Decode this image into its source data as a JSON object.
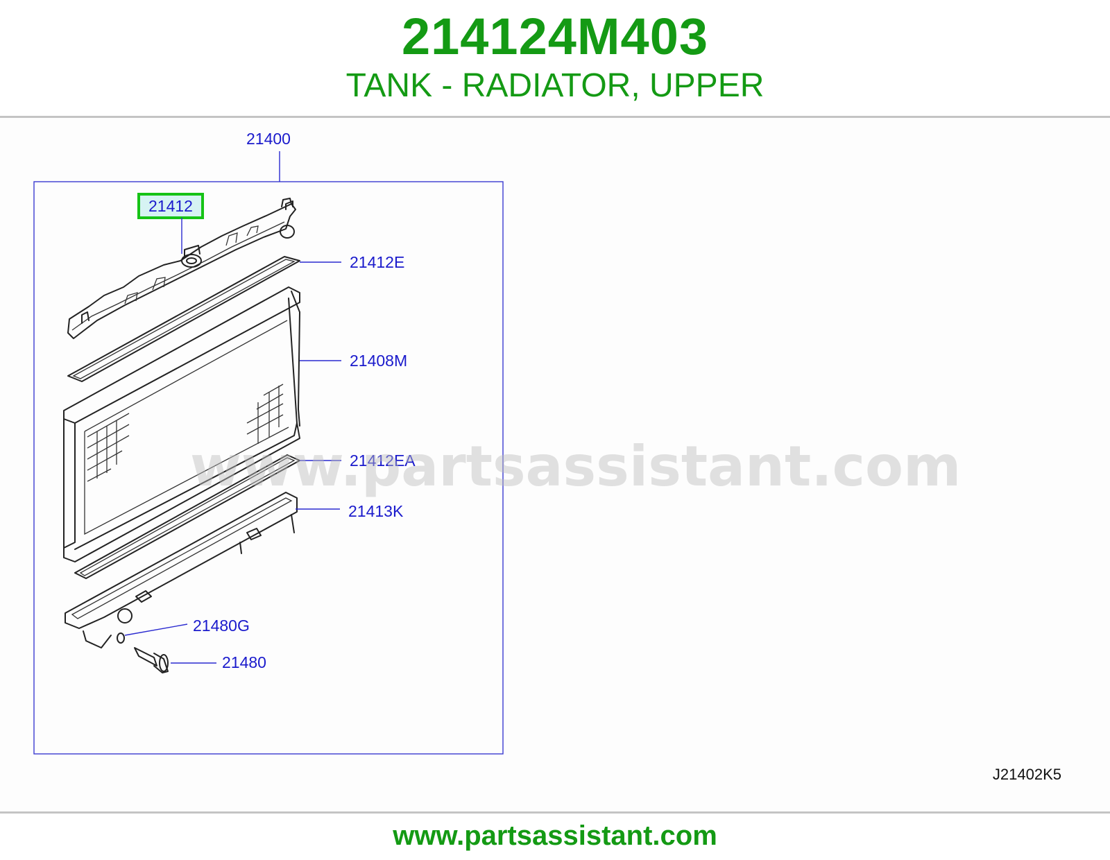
{
  "header": {
    "part_number": "214124M403",
    "part_name": "TANK - RADIATOR, UPPER"
  },
  "diagram": {
    "assembly_label": "21400",
    "highlighted_label": "21412",
    "callouts": [
      {
        "id": "upper-tank-seal",
        "label": "21412E"
      },
      {
        "id": "radiator-core",
        "label": "21408M"
      },
      {
        "id": "lower-tank-seal",
        "label": "21412EA"
      },
      {
        "id": "lower-tank",
        "label": "21413K"
      },
      {
        "id": "drain-cock-seal",
        "label": "21480G"
      },
      {
        "id": "drain-cock",
        "label": "21480"
      }
    ],
    "watermark": "www.partsassistant.com",
    "illustration_code": "J21402K5"
  },
  "colors": {
    "brand_green": "#149a14",
    "callout_blue": "#1a1acc",
    "highlight_green": "#16c316"
  },
  "footer": {
    "url": "www.partsassistant.com"
  }
}
